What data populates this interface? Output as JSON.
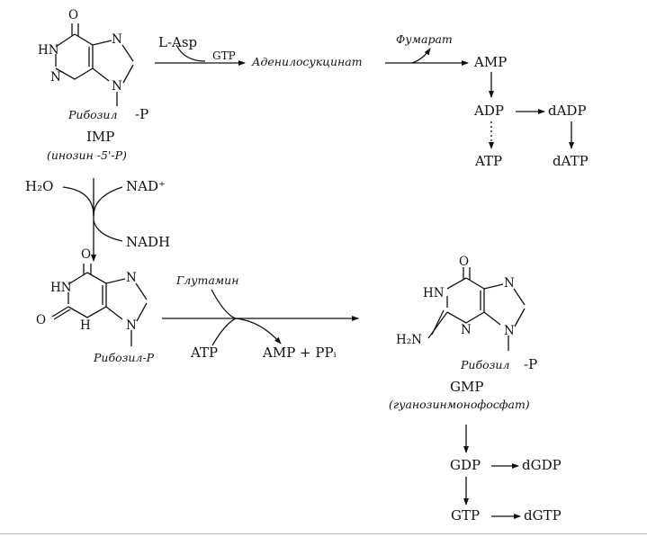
{
  "imp": {
    "atoms": {
      "o": "O",
      "hn": "HN",
      "n_top": "N",
      "n_left": "N",
      "n_right": "N"
    },
    "ribosyl": "Рибозил",
    "phosphate": "-P",
    "name": "IMP",
    "full": "(инозин -5'-P)"
  },
  "top_path": {
    "reagent": "L-Asp",
    "cofactor": "GTP",
    "intermediate": "Аденилосукцинат",
    "byproduct": "Фумарат",
    "amp": "AMP",
    "adp": "ADP",
    "dadp": "dADP",
    "atp": "ATP",
    "datp": "dATP"
  },
  "oxidation": {
    "h2o": "H₂O",
    "nad": "NAD⁺",
    "nadh": "NADH"
  },
  "xmp": {
    "atoms": {
      "o_top": "O",
      "o_left": "O",
      "hn": "HN",
      "n_top": "N",
      "n_right": "N",
      "h_bottom": "H"
    },
    "ribosyl": "Рибозил-P"
  },
  "amination": {
    "reagent": "Глутамин",
    "atp": "ATP",
    "products": "AMP + PPᵢ"
  },
  "gmp": {
    "atoms": {
      "o": "O",
      "hn": "HN",
      "h2n": "H₂N",
      "n_top": "N",
      "n_left": "N",
      "n_right": "N"
    },
    "ribosyl": "Рибозил",
    "phosphate": "-P",
    "name": "GMP",
    "full": "(гуанозинмонофосфат)"
  },
  "bottom_path": {
    "gdp": "GDP",
    "dgdp": "dGDP",
    "gtp": "GTP",
    "dgtp": "dGTP"
  }
}
